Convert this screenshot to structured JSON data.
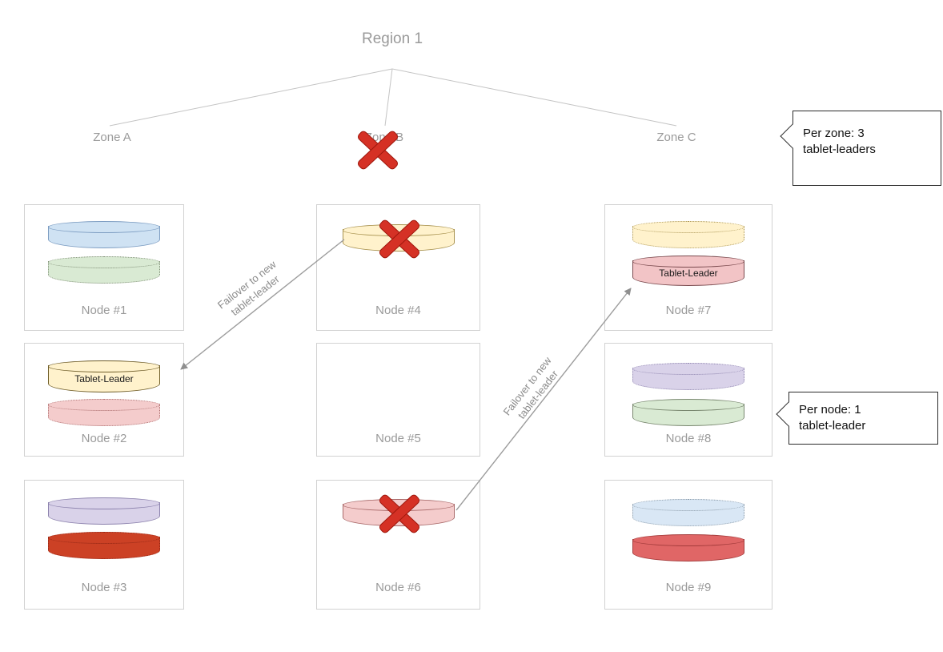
{
  "diagram": {
    "title": "Region 1",
    "zones": [
      {
        "label": "Zone A",
        "failed": false
      },
      {
        "label": "Zone B",
        "failed": true
      },
      {
        "label": "Zone C",
        "failed": false
      }
    ],
    "callouts": [
      {
        "text": "Per zone: 3 tablet-leaders"
      },
      {
        "text": "Per node: 1 tablet-leader"
      }
    ],
    "arrows": [
      {
        "label": "Failover to new tablet-leader",
        "from": "Node #4",
        "to": "Node #2"
      },
      {
        "label": "Failover to new tablet-leader",
        "from": "Node #6",
        "to": "Node #7"
      }
    ],
    "nodes": [
      {
        "label": "Node #1",
        "zone": "Zone A",
        "tablets": [
          {
            "type": "follower",
            "color": "#cfe2f3",
            "outline": "solid"
          },
          {
            "type": "follower",
            "color": "#d9ead3",
            "outline": "dotted"
          }
        ]
      },
      {
        "label": "Node #2",
        "zone": "Zone A",
        "tablets": [
          {
            "type": "leader",
            "label": "Tablet-Leader",
            "color": "#fff2cc",
            "outline": "solid"
          },
          {
            "type": "follower",
            "color": "#f4cccc",
            "outline": "dotted"
          }
        ]
      },
      {
        "label": "Node #3",
        "zone": "Zone A",
        "tablets": [
          {
            "type": "follower",
            "color": "#d9d2e9",
            "outline": "solid"
          },
          {
            "type": "follower",
            "color": "#cc4125",
            "outline": "dotted"
          }
        ]
      },
      {
        "label": "Node #4",
        "zone": "Zone B",
        "tablets": [
          {
            "type": "leader",
            "color": "#fff2cc",
            "outline": "solid",
            "crossed": true
          }
        ]
      },
      {
        "label": "Node #5",
        "zone": "Zone B",
        "tablets": []
      },
      {
        "label": "Node #6",
        "zone": "Zone B",
        "tablets": [
          {
            "type": "leader",
            "color": "#f4cccc",
            "outline": "solid",
            "crossed": true
          }
        ]
      },
      {
        "label": "Node #7",
        "zone": "Zone C",
        "tablets": [
          {
            "type": "follower",
            "color": "#fff2cc",
            "outline": "dotted"
          },
          {
            "type": "leader",
            "label": "Tablet-Leader",
            "color": "#f2c4c6",
            "outline": "solid"
          }
        ]
      },
      {
        "label": "Node #8",
        "zone": "Zone C",
        "tablets": [
          {
            "type": "follower",
            "color": "#d9d2e9",
            "outline": "dotted"
          },
          {
            "type": "follower",
            "color": "#d9ead3",
            "outline": "solid"
          }
        ]
      },
      {
        "label": "Node #9",
        "zone": "Zone C",
        "tablets": [
          {
            "type": "follower",
            "color": "#d9e7f5",
            "outline": "dotted"
          },
          {
            "type": "follower",
            "color": "#e06666",
            "outline": "solid"
          }
        ]
      }
    ],
    "colors": {
      "x_mark": "#d53125",
      "connector_line": "#c4c4c4",
      "arrow_line": "#9c9c9c",
      "muted_text": "#9a9a9a",
      "node_border": "#d2d2d2"
    }
  }
}
